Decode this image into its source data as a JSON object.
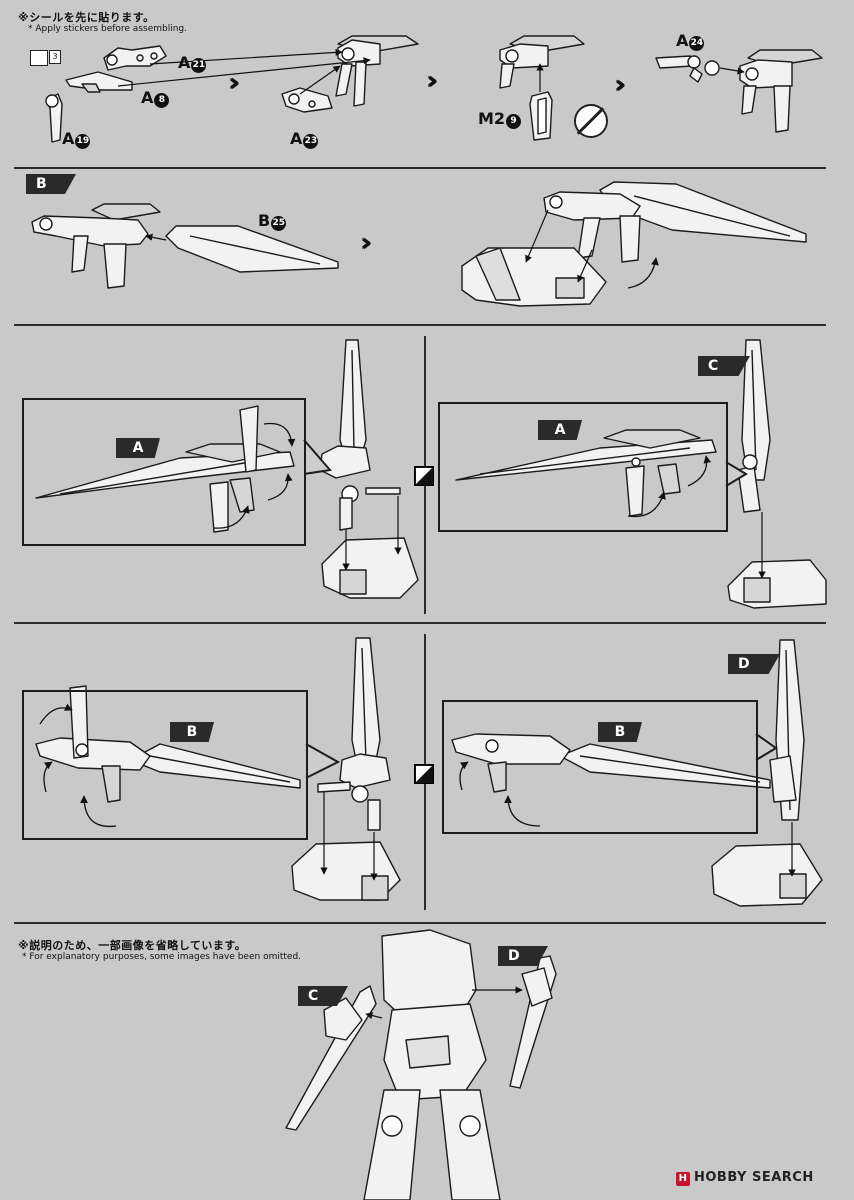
{
  "notes": {
    "sticker_jp": "※シールを先に貼ります。",
    "sticker_en": "* Apply stickers before assembling.",
    "omit_jp": "※説明のため、一部画像を省略しています。",
    "omit_en": "* For explanatory purposes, some images have been omitted."
  },
  "step1": {
    "sticker_sheet_number": "3",
    "parts": [
      {
        "letter": "A",
        "number": "21"
      },
      {
        "letter": "A",
        "number": "8"
      },
      {
        "letter": "A",
        "number": "19"
      },
      {
        "letter": "A",
        "number": "23"
      },
      {
        "letter": "M2",
        "number": "9"
      },
      {
        "letter": "A",
        "number": "24"
      }
    ]
  },
  "step2": {
    "tag": "B",
    "part": {
      "letter": "B",
      "number": "25"
    }
  },
  "step3": {
    "left_frame_tag": "A",
    "right_frame_tag": "A",
    "right_tag": "C"
  },
  "step4": {
    "left_frame_tag": "B",
    "right_frame_tag": "B",
    "right_tag": "D"
  },
  "final": {
    "tag_c": "C",
    "tag_d": "D"
  },
  "watermark": {
    "mark": "H",
    "text": "HOBBY SEARCH"
  },
  "colors": {
    "paper": "#c9c9ca",
    "ink": "#1d1d1d",
    "tag_fill": "#2a2a2a",
    "logo_red": "#c8142c"
  }
}
